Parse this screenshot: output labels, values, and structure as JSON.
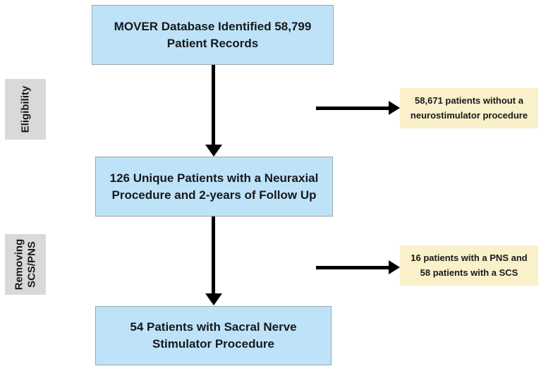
{
  "colors": {
    "process_box_fill": "#bee3f8",
    "process_box_border": "#9aa4ac",
    "exclusion_box_fill": "#faf0c9",
    "stage_label_fill": "#d9d9d9",
    "arrow": "#000000",
    "text": "#17181c"
  },
  "flowchart": {
    "nodes": {
      "top": "MOVER Database Identified 58,799\nPatient Records",
      "middle": "126 Unique Patients with a Neuraxial\nProcedure and 2-years of Follow Up",
      "bottom": "54 Patients with Sacral Nerve\nStimulator Procedure"
    },
    "stage_labels": {
      "eligibility": "Eligibility",
      "removing_scs_pns": "Removing\nSCS/PNS"
    },
    "exclusions": {
      "no_neurostimulator": "58,671 patients without a\nneurostimulator procedure",
      "pns_and_scs": "16 patients with a PNS and\n58 patients with a SCS"
    }
  }
}
